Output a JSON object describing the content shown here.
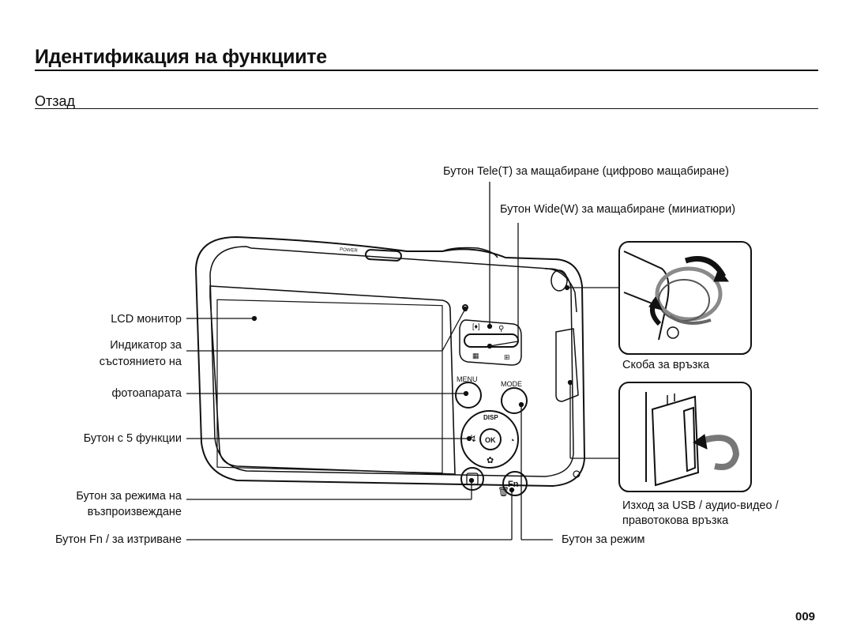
{
  "header": {
    "title": "Идентификация на функциите",
    "subtitle": "Отзад"
  },
  "labels": {
    "tele": "Бутон Tele(T) за мащабиране (цифрово мащабиране)",
    "wide": "Бутон Wide(W) за мащабиране (миниатюри)",
    "lcd": "LCD монитор",
    "indicator_l1": "Индикатор за",
    "indicator_l2": "състоянието на",
    "indicator_l3": "фотоапарата",
    "five_func": "Бутон с 5 функции",
    "playback_l1": "Бутон за режима на",
    "playback_l2": "възпроизвеждане",
    "fn": "Бутон Fn / за изтриване",
    "mode": "Бутон за режим",
    "strap": "Скоба за връзка",
    "usb_l1": "Изход за USB / аудио-видео /",
    "usb_l2": "правотокова връзка"
  },
  "camera": {
    "power": "POWER",
    "menu": "MENU",
    "mode": "MODE",
    "disp": "DISP",
    "ok": "OK",
    "fn": "Fn"
  },
  "footer": {
    "page_number": "009"
  }
}
